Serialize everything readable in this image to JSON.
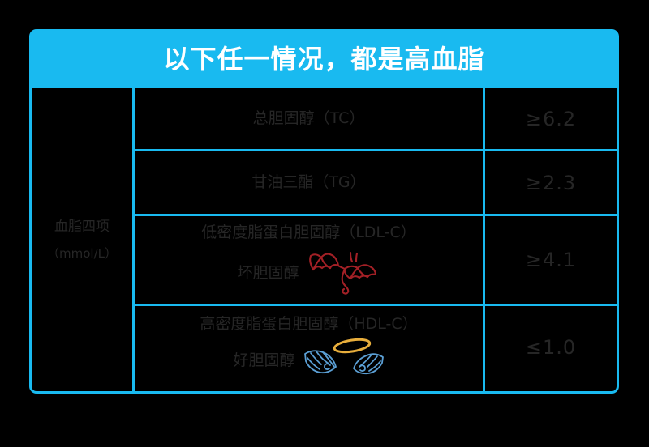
{
  "header": {
    "title": "以下任一情况，都是高血脂"
  },
  "table": {
    "category": {
      "name": "血脂四项",
      "unit": "（mmol/L）"
    },
    "rows": [
      {
        "title": "总胆固醇（TC）",
        "subtitle": "",
        "icon": "",
        "value": "≥6.2"
      },
      {
        "title": "甘油三酯（TG）",
        "subtitle": "",
        "icon": "",
        "value": "≥2.3"
      },
      {
        "title": "低密度脂蛋白胆固醇（LDL-C）",
        "subtitle": "坏胆固醇",
        "icon": "devil-icon",
        "value": "≥4.1"
      },
      {
        "title": "高密度脂蛋白胆固醇（HDL-C）",
        "subtitle": "好胆固醇",
        "icon": "angel-icon",
        "value": "≤1.0"
      }
    ]
  },
  "colors": {
    "accent": "#19BAF0",
    "background": "#000000",
    "text": "#262626",
    "header_text": "#FFFFFF",
    "devil_red": "#A32026",
    "angel_blue": "#5B9FD4",
    "halo_gold": "#E8AE3C"
  }
}
